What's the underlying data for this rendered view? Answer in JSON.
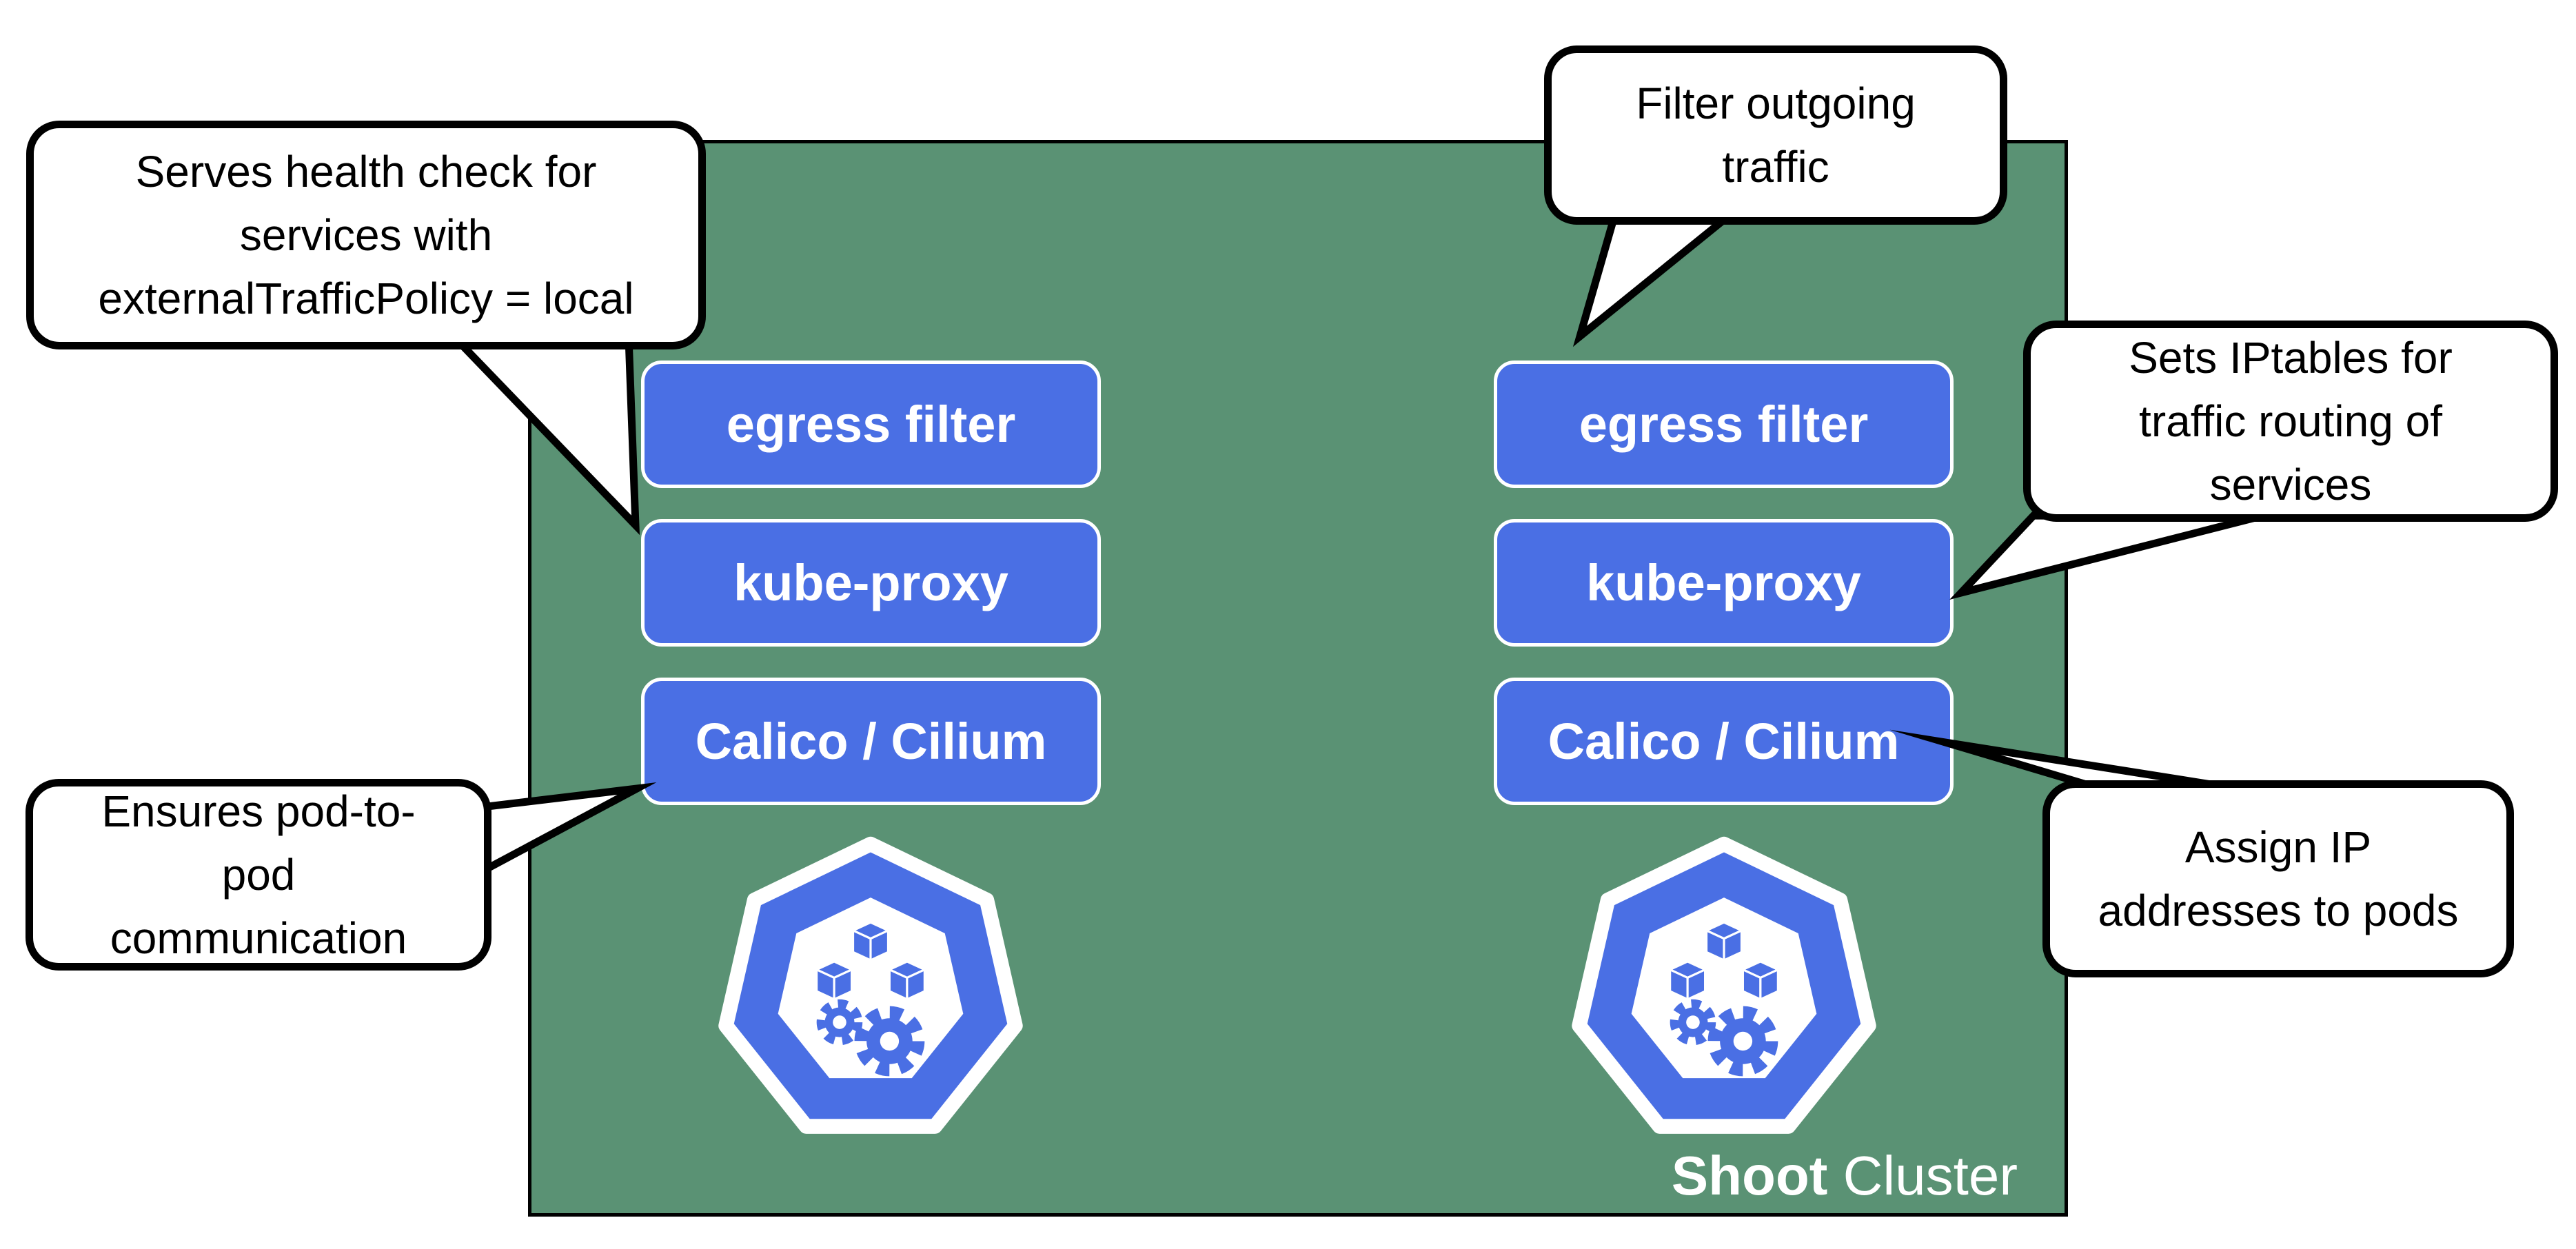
{
  "diagram": {
    "cluster": {
      "title_bold": "Shoot",
      "title_regular": " Cluster"
    },
    "nodes": [
      {
        "id": "left-node",
        "components": [
          "egress filter",
          "kube-proxy",
          "Calico / Cilium"
        ]
      },
      {
        "id": "right-node",
        "components": [
          "egress filter",
          "kube-proxy",
          "Calico / Cilium"
        ]
      }
    ],
    "callouts": [
      {
        "id": "serves-health-check",
        "text": "Serves health check for\nservices with\nexternalTrafficPolicy = local",
        "target": "left kube-proxy"
      },
      {
        "id": "filter-outgoing",
        "text": "Filter outgoing\ntraffic",
        "target": "right egress filter"
      },
      {
        "id": "sets-iptables",
        "text": "Sets IPtables for\ntraffic routing of\nservices",
        "target": "right kube-proxy"
      },
      {
        "id": "ensures-pod-to-pod",
        "text": "Ensures pod-to-\npod\ncommunication",
        "target": "left Calico / Cilium"
      },
      {
        "id": "assign-ip",
        "text": "Assign IP\naddresses to pods",
        "target": "right Calico / Cilium"
      }
    ],
    "icons": [
      {
        "name": "kubernetes-node-icon",
        "description": "blue heptagon with cubes and gears"
      }
    ],
    "colors": {
      "cluster_green": "#5A9274",
      "component_blue": "#4A6FE4",
      "logo_blue": "#4A6FE4",
      "callout_fill": "#FFFFFF",
      "callout_border": "#000000",
      "text_white": "#FFFFFF",
      "text_black": "#000000"
    }
  }
}
